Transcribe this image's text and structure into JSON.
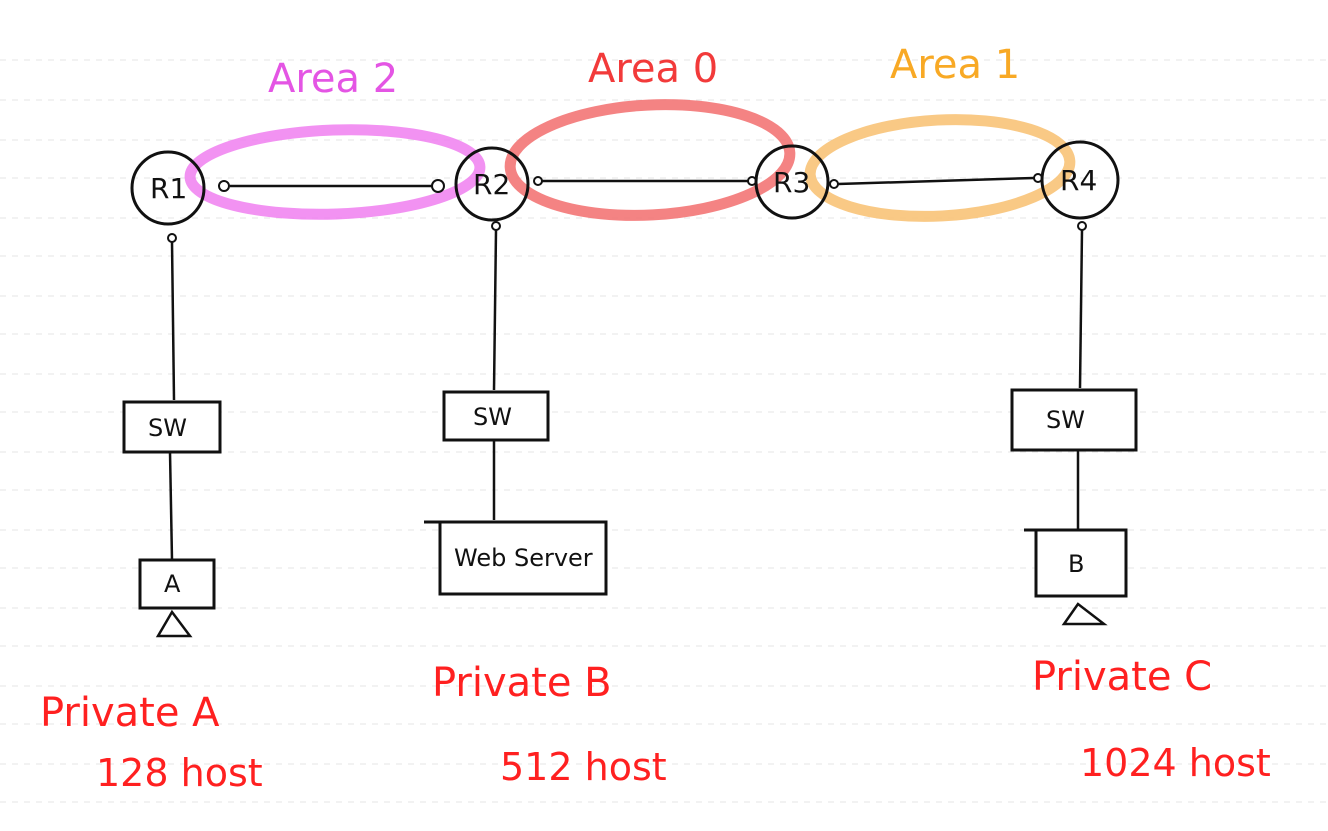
{
  "areas": [
    {
      "id": "area2",
      "label": "Area 2",
      "color": "#f07ff0"
    },
    {
      "id": "area0",
      "label": "Area 0",
      "color": "#f26d6d"
    },
    {
      "id": "area1",
      "label": "Area 1",
      "color": "#f8a925"
    }
  ],
  "routers": [
    {
      "id": "r1",
      "label": "R1"
    },
    {
      "id": "r2",
      "label": "R2"
    },
    {
      "id": "r3",
      "label": "R3"
    },
    {
      "id": "r4",
      "label": "R4"
    }
  ],
  "switches": [
    {
      "id": "sw1",
      "label": "SW"
    },
    {
      "id": "sw2",
      "label": "SW"
    },
    {
      "id": "sw3",
      "label": "SW"
    }
  ],
  "endpoints": [
    {
      "id": "host-a",
      "label": "A"
    },
    {
      "id": "web-server",
      "label": "Web Server"
    },
    {
      "id": "host-b",
      "label": "B"
    }
  ],
  "networks": [
    {
      "id": "private-a",
      "name": "Private A",
      "hosts": "128 host"
    },
    {
      "id": "private-b",
      "name": "Private B",
      "hosts": "512 host"
    },
    {
      "id": "private-c",
      "name": "Private C",
      "hosts": "1024 host"
    }
  ],
  "colors": {
    "line": "#111111",
    "guide": "#e6e6e6",
    "annotation": "#ff2020"
  }
}
